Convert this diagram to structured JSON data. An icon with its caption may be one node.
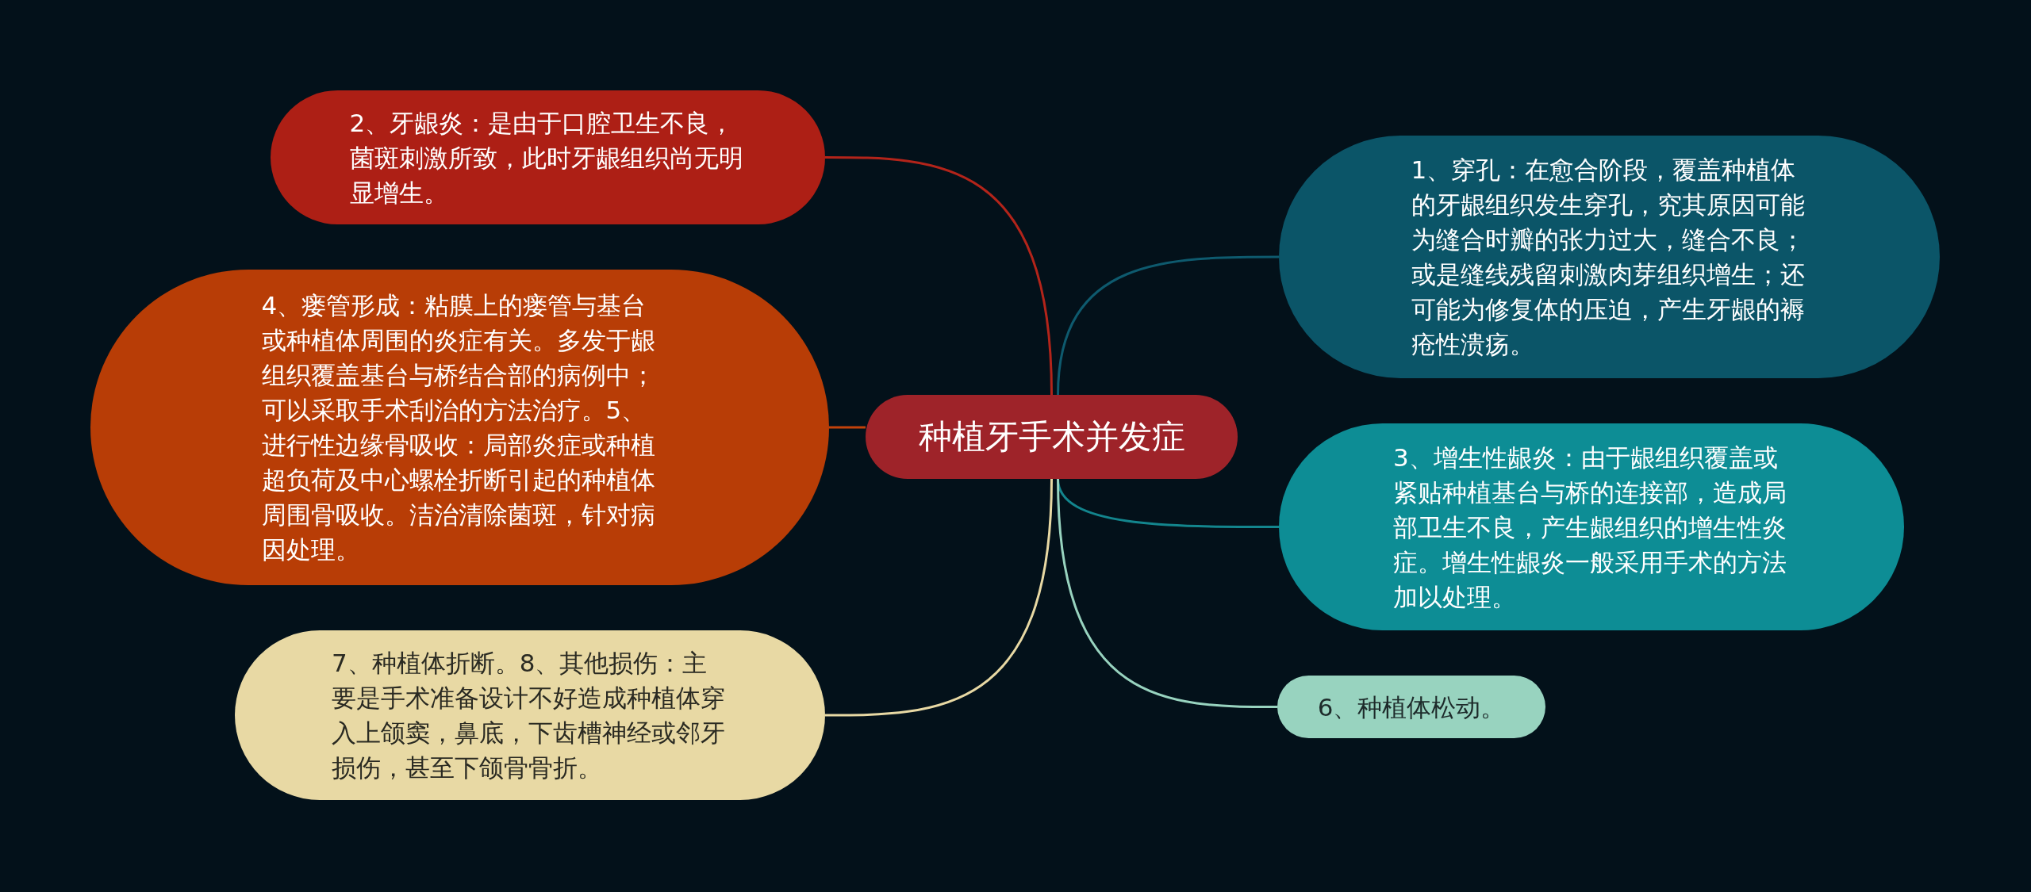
{
  "diagram": {
    "nodes": [
      {
        "text": [
          "种植牙手术并发症"
        ]
      },
      {
        "text": [
          "1、穿孔：在愈合阶段，覆盖种植体的牙龈组织发生穿孔，究其原因可能为缝合时瓣的张力过大，缝合不良；或是缝线残留刺激肉芽组织增生；还可能为修复体的压迫，产生牙龈的褥疮性溃疡。"
        ]
      },
      {
        "text": [
          "2、牙龈炎：是由于口腔卫生不良，菌斑刺激所致，此时牙龈组织尚无明显增生。"
        ]
      },
      {
        "text": [
          "3、增生性龈炎：由于龈组织覆盖或紧贴种植基台与桥的连接部，造成局部卫生不良，产生龈组织的增生性炎症。增生性龈炎一般采用手术的方法加以处理。"
        ]
      },
      {
        "text": [
          "4、瘘管形成：粘膜上的瘘管与基台或种植体周围的炎症有关。多发于龈组织覆盖基台与桥结合部的病例中；可以采取手术刮治的方法治疗。5、进行性边缘骨吸收：局部炎症或种植超负荷及中心螺栓折断引起的种植体周围骨吸收。洁治清除菌斑，针对病因处理。"
        ]
      },
      {
        "text": [
          "6、种植体松动。"
        ]
      },
      {
        "text": [
          "7、种植体折断。8、其他损伤：主要是手术准备设计不好造成种植体穿入上颌窦，鼻底，下齿槽神经或邻牙损伤，甚至下颌骨骨折。"
        ]
      }
    ],
    "edges": [
      {
        "from": 0,
        "to": 1,
        "arrow": "none",
        "color": "#0e5a6e"
      },
      {
        "from": 0,
        "to": 2,
        "arrow": "none",
        "color": "#b3241a"
      },
      {
        "from": 0,
        "to": 3,
        "arrow": "none",
        "color": "#13858d"
      },
      {
        "from": 0,
        "to": 4,
        "arrow": "none",
        "color": "#c2420a"
      },
      {
        "from": 0,
        "to": 5,
        "arrow": "none",
        "color": "#98d3bf"
      },
      {
        "from": 0,
        "to": 6,
        "arrow": "none",
        "color": "#e8d9a4"
      }
    ]
  }
}
